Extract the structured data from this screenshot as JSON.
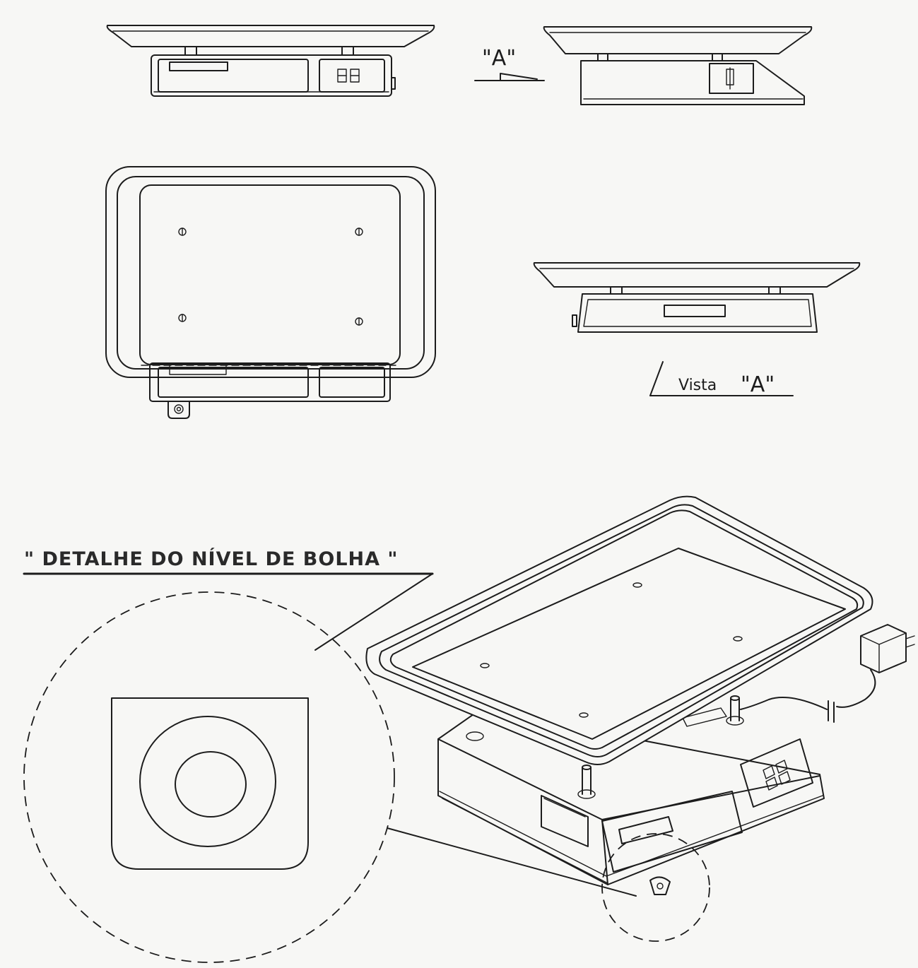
{
  "labels": {
    "view_arrow": "\"A\"",
    "vista_prefix": "Vista",
    "vista_letter": "\"A\"",
    "detail_title": "\" DETALHE DO NÍVEL DE BOLHA \""
  },
  "colors": {
    "ink": "#1c1c1c",
    "paper": "#f7f7f5"
  }
}
